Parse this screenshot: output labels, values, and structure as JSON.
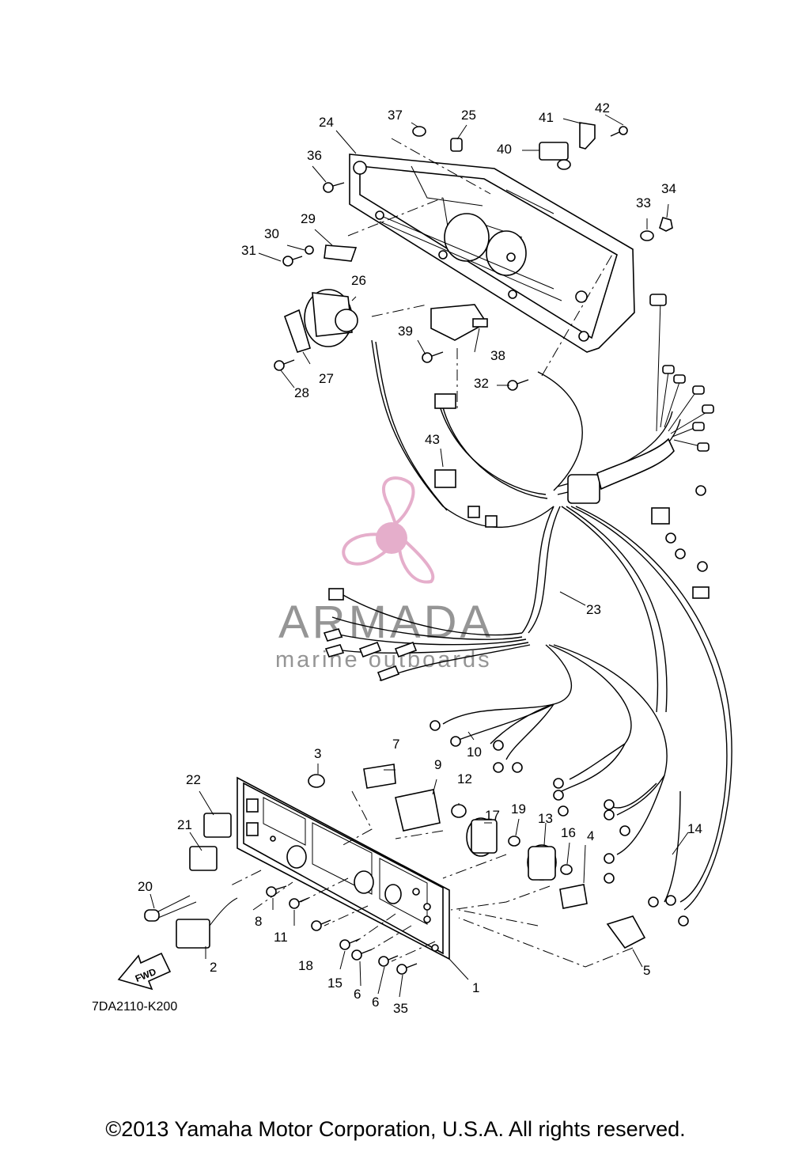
{
  "diagram_code": "7DA2110-K200",
  "copyright": "©2013 Yamaha Motor Corporation, U.S.A. All rights reserved.",
  "watermark": {
    "brand": "ARMADA",
    "tagline": "marine outboards",
    "color": "#e3a6c6"
  },
  "fwd_label": "FWD",
  "callouts": [
    "1",
    "2",
    "3",
    "4",
    "5",
    "6",
    "6",
    "7",
    "8",
    "9",
    "10",
    "11",
    "12",
    "13",
    "14",
    "15",
    "16",
    "17",
    "18",
    "19",
    "20",
    "21",
    "22",
    "23",
    "24",
    "25",
    "26",
    "27",
    "28",
    "29",
    "30",
    "31",
    "32",
    "33",
    "34",
    "35",
    "36",
    "37",
    "38",
    "39",
    "40",
    "41",
    "42",
    "43"
  ]
}
